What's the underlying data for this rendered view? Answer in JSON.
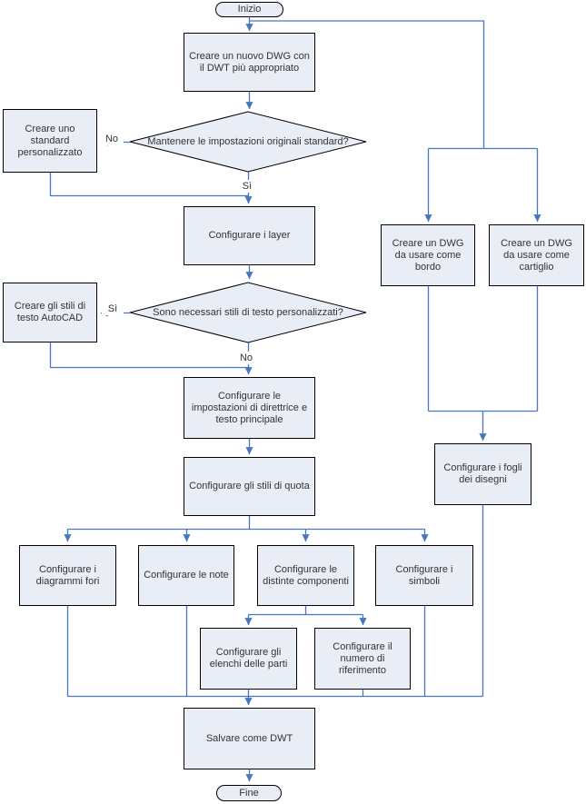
{
  "diagram": {
    "start_label": "Inizio",
    "end_label": "Fine",
    "nodes": {
      "create_dwg": "Creare un nuovo DWG con il DWT più appropriato",
      "custom_standard": "Creare uno standard personalizzato",
      "configure_layers": "Configurare i layer",
      "create_text_styles": "Creare gli stili di testo AutoCAD",
      "leader_settings": "Configurare le impostazioni di direttrice e testo principale",
      "dim_styles": "Configurare gli stili di quota",
      "hole_charts": "Configurare i diagrammi fori",
      "notes": "Configurare le note",
      "component_lists": "Configurare le distinte componenti",
      "symbols": "Configurare i simboli",
      "parts_lists": "Configurare gli elenchi delle parti",
      "ref_number": "Configurare il numero di riferimento",
      "save_dwt": "Salvare come DWT",
      "border_dwg": "Creare un DWG da usare come bordo",
      "titleblock_dwg": "Creare un DWG da usare come cartiglio",
      "drawing_sheets": "Configurare i fogli dei disegni"
    },
    "decisions": {
      "keep_standard": "Mantenere le impostazioni originali standard?",
      "need_text_styles": "Sono necessari stili di testo personalizzati?"
    },
    "edge_labels": {
      "no1": "No",
      "yes1": "Sì",
      "yes2": "Sì",
      "no2": "No"
    },
    "colors": {
      "node_fill": "#E9EDF5",
      "node_border": "#000000",
      "connector": "#4677BC",
      "text": "#333333"
    }
  }
}
